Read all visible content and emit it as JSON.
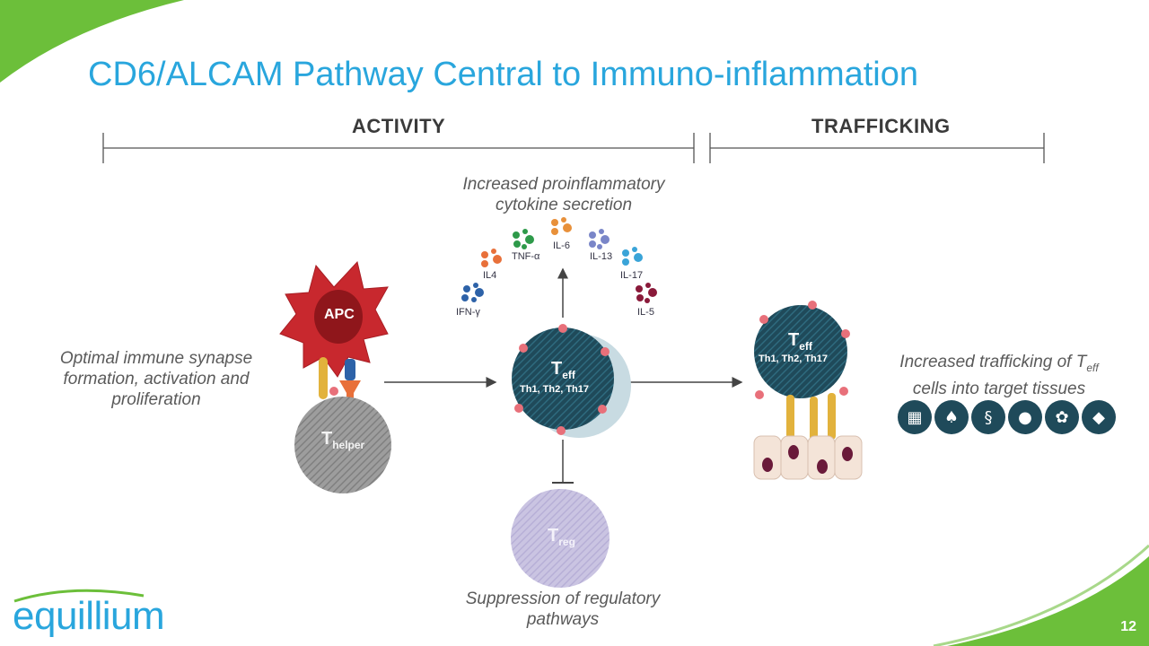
{
  "title": "CD6/ALCAM Pathway Central to Immuno-inflammation",
  "sections": {
    "activity": "ACTIVITY",
    "trafficking": "TRAFFICKING"
  },
  "captions": {
    "cytokine_line1": "Increased proinflammatory",
    "cytokine_line2": "cytokine secretion",
    "synapse_line1": "Optimal immune synapse",
    "synapse_line2": "formation, activation and",
    "synapse_line3": "proliferation",
    "trafficking_line1": "Increased trafficking of T",
    "trafficking_line1_sub": "eff",
    "trafficking_line2": "cells into target tissues",
    "suppression_line1": "Suppression of regulatory",
    "suppression_line2": "pathways"
  },
  "cells": {
    "apc": "APC",
    "thelper_main": "T",
    "thelper_sub": "helper",
    "teff_main": "T",
    "teff_sub": "eff",
    "teff_subsets": "Th1, Th2, Th17",
    "treg_main": "T",
    "treg_sub": "reg"
  },
  "cytokines": [
    {
      "name": "IFN-γ",
      "color": "#2d62a8"
    },
    {
      "name": "IL4",
      "color": "#e8703a"
    },
    {
      "name": "TNF-α",
      "color": "#2e9a4a"
    },
    {
      "name": "IL-6",
      "color": "#e8903a"
    },
    {
      "name": "IL-13",
      "color": "#7a86c8"
    },
    {
      "name": "IL-17",
      "color": "#3aa4d8"
    },
    {
      "name": "IL-5",
      "color": "#8a1a3a"
    }
  ],
  "organ_icons": [
    "skin-icon",
    "lungs-icon",
    "intestine-icon",
    "kidneys-icon",
    "brain-icon",
    "liver-icon"
  ],
  "logo": "equillium",
  "page_number": "12",
  "colors": {
    "title": "#29a6dd",
    "green_accent": "#6cbf3a",
    "apc_red": "#c8282e",
    "teff_navy": "#1f4a5a",
    "thelper_gray": "#9a9a9a",
    "treg_lavender": "#c9c3e0"
  }
}
